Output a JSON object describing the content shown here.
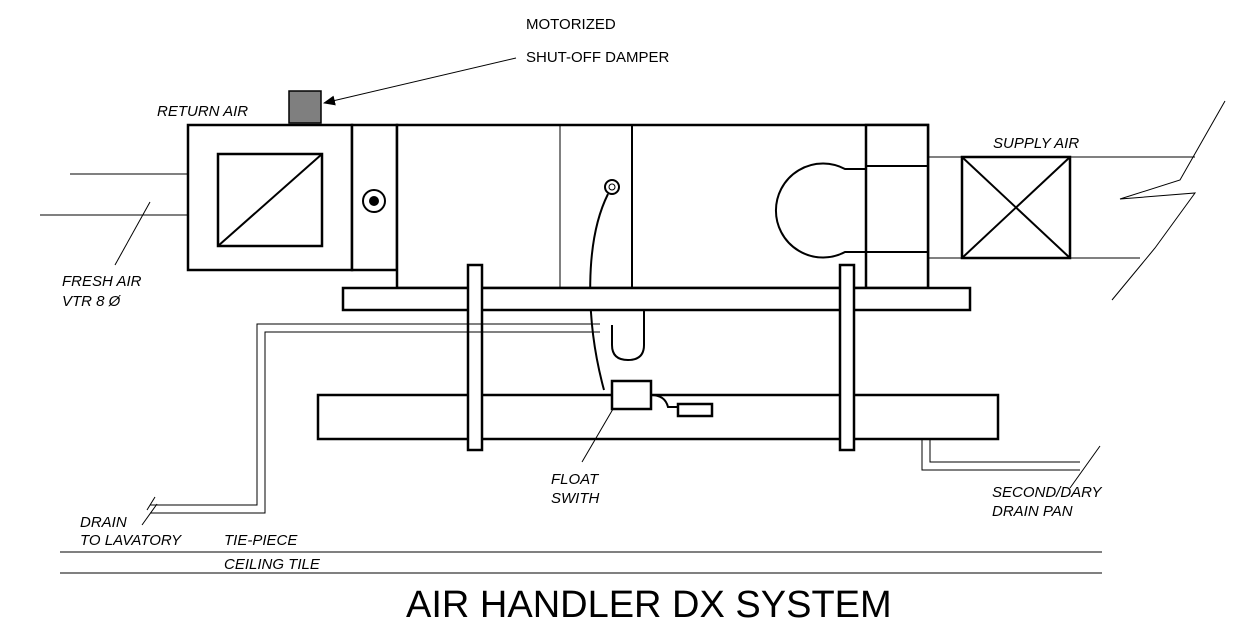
{
  "labels": {
    "motorized_line1": "MOTORIZED",
    "motorized_line2": "SHUT-OFF DAMPER",
    "return_air": "RETURN AIR",
    "supply_air": "SUPPLY AIR",
    "fresh_air_line1": "FRESH AIR",
    "fresh_air_line2": "VTR 8 Ø",
    "float_line1": "FLOAT",
    "float_line2": "SWITH",
    "secondary_line1": "SECOND/DARY",
    "secondary_line2": "DRAIN PAN",
    "drain_line1": "DRAIN",
    "drain_line2": "TO LAVATORY",
    "tie_piece": "TIE-PIECE",
    "ceiling_tile": "CEILING TILE"
  },
  "title": "AIR HANDLER DX SYSTEM",
  "colors": {
    "line": "#000000",
    "damper_fill": "#7f7f7f",
    "background": "#ffffff"
  }
}
